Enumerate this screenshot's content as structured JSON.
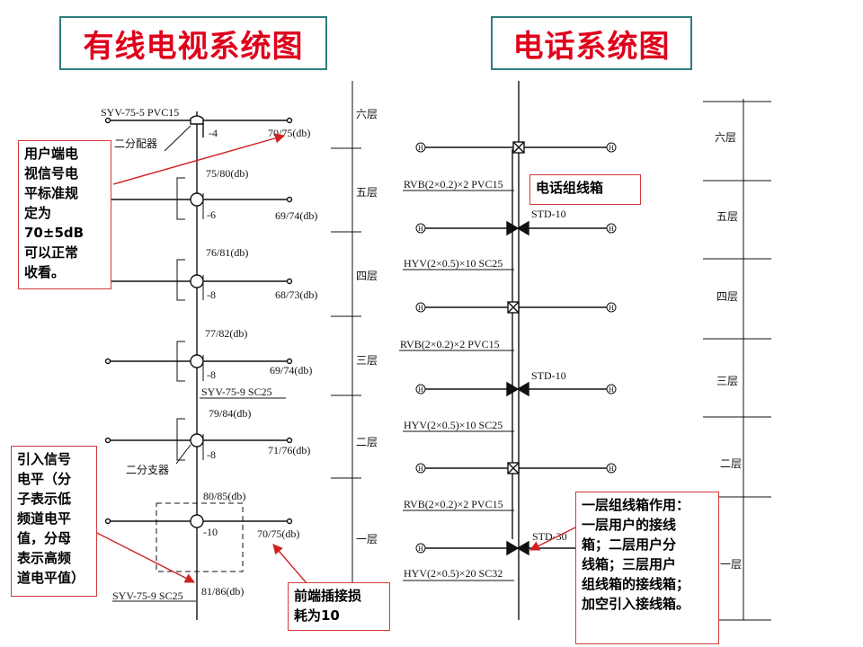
{
  "titles": {
    "catv": "有线电视系统图",
    "phone": "电话系统图"
  },
  "catv": {
    "top_cable": "SYV-75-5 PVC15",
    "splitter_label": "二分配器",
    "splitter_loss": "-4",
    "splitter_level": "70/75(db)",
    "floors": [
      {
        "floor": "六层"
      },
      {
        "floor": "五层",
        "in_level": "75/80(db)",
        "loss": "-6",
        "out_level": "69/74(db)"
      },
      {
        "floor": "四层",
        "in_level": "76/81(db)",
        "loss": "-8",
        "out_level": "68/73(db)"
      },
      {
        "floor": "三层",
        "in_level": "77/82(db)",
        "loss": "-8",
        "out_level": "69/74(db)"
      },
      {
        "floor": "二层",
        "in_level": "79/84(db)",
        "loss": "-8",
        "out_level": "71/76(db)"
      },
      {
        "floor": "一层",
        "in_level": "80/85(db)",
        "loss": "-10",
        "out_level": "70/75(db)"
      }
    ],
    "riser_cable": "SYV-75-9 SC25",
    "tap_label": "二分支器",
    "entry_cable": "SYV-75-9 SC25",
    "entry_level": "81/86(db)"
  },
  "phone": {
    "floors": [
      "六层",
      "五层",
      "四层",
      "三层",
      "二层",
      "一层"
    ],
    "cables": [
      "RVB(2×0.2)×2 PVC15",
      "HYV(2×0.5)×10 SC25",
      "RVB(2×0.2)×2 PVC15",
      "HYV(2×0.5)×10 SC25",
      "RVB(2×0.2)×2 PVC15",
      "HYV(2×0.5)×20 SC32"
    ],
    "boxes": [
      "STD-10",
      "STD-10",
      "STD-30"
    ],
    "outlet_symbol": "H"
  },
  "notes": {
    "user_level": "用户端电\n视信号电\n平标准规\n定为\n70±5dB\n可以正常\n收看。",
    "entry_level": "引入信号\n电平（分\n子表示低\n频道电平\n值，分母\n表示高频\n道电平值）",
    "insertion_loss": "前端插接损\n耗为10",
    "junction_box": "电话组线箱",
    "first_floor_box": "一层组线箱作用：\n一层用户的接线\n箱；二层用户分\n线箱；三层用户\n组线箱的接线箱；\n加空引入接线箱。"
  },
  "colors": {
    "title_text": "#e0001b",
    "title_border": "#2e7d7d",
    "note_border": "#d43a3a",
    "callout_arrow": "#d02020",
    "line": "#111111"
  }
}
